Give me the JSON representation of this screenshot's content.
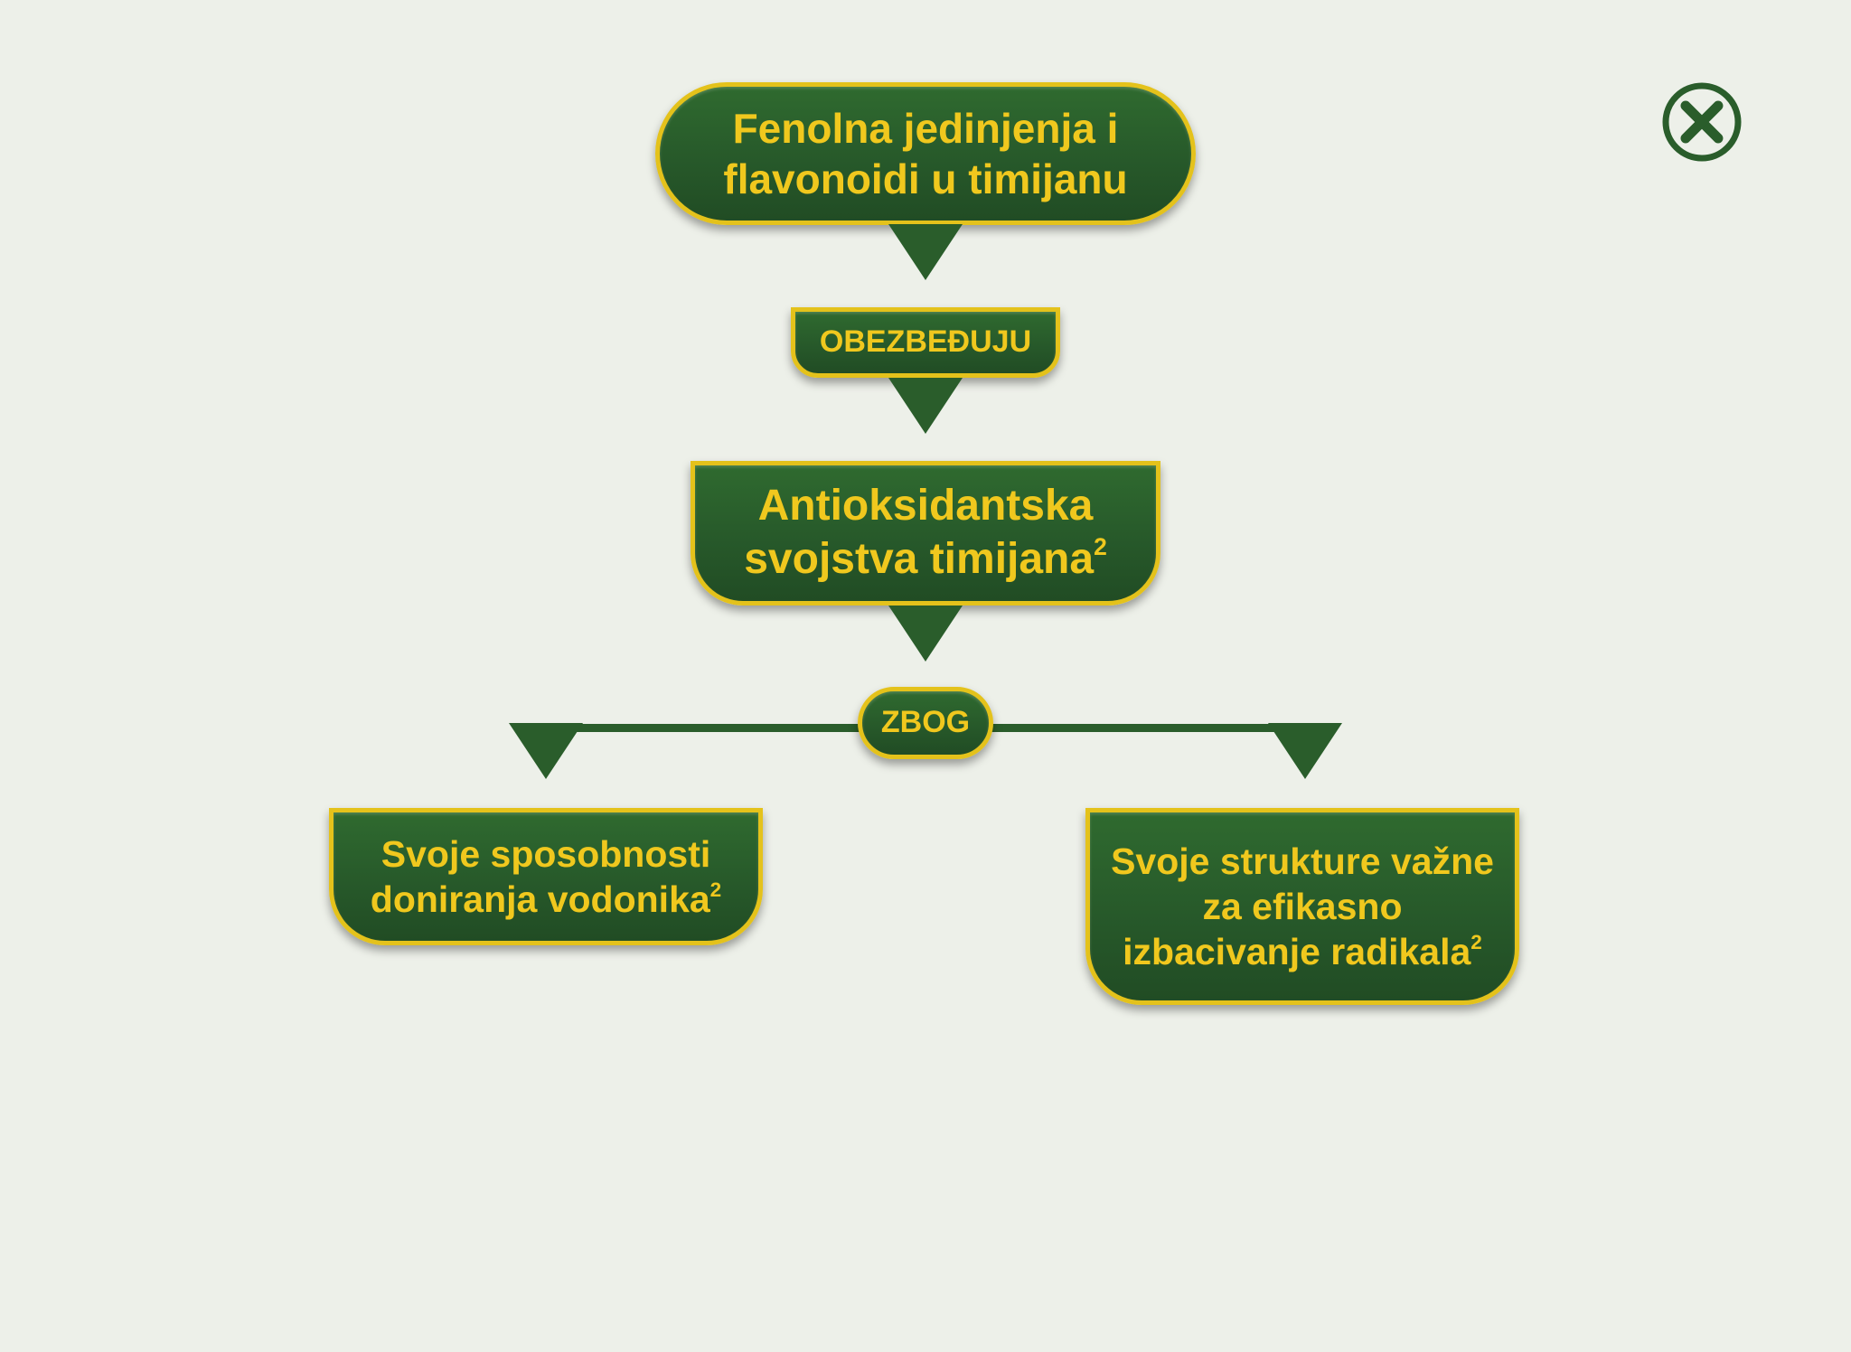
{
  "diagram": {
    "top_node": {
      "line1": "Fenolna jedinjenja i",
      "line2": "flavonoidi u timijanu"
    },
    "connector_1": "OBEZBEĐUJU",
    "middle_node": {
      "line1": "Antioksidantska",
      "line2": "svojstva timijana",
      "sup": "2"
    },
    "connector_2": "ZBOG",
    "left_node": {
      "line1": "Svoje sposobnosti",
      "line2": "doniranja vodonika",
      "sup": "2"
    },
    "right_node": {
      "line1": "Svoje strukture važne",
      "line2": "za efikasno",
      "line3": "izbacivanje radikala",
      "sup": "2"
    }
  },
  "colors": {
    "box_green": "#27592a",
    "border_gold": "#e4c21b",
    "text_gold": "#f0c81e",
    "background": "#edf0e9"
  },
  "icons": {
    "close": "close-icon"
  }
}
